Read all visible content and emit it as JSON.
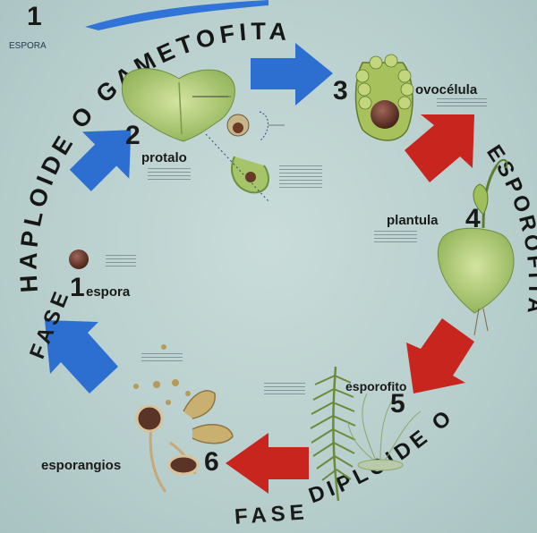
{
  "top": {
    "number": "1",
    "label": "ESPORA"
  },
  "arc_text_top": "HAPLOIDE O GAMETOFITA",
  "arc_text_right": "ESPOROFITA",
  "arc_text_bottom_left": "FASE",
  "arc_text_bottom": "DIPLOIDE O",
  "arc_text_bottom2": "FASE",
  "stages": [
    {
      "number": "1",
      "label": "espora"
    },
    {
      "number": "2",
      "label": "protalo"
    },
    {
      "number": "3",
      "label": "ovocélula"
    },
    {
      "number": "4",
      "label": "plantula"
    },
    {
      "number": "5",
      "label": "esporofito"
    },
    {
      "number": "6",
      "label": "esporangios"
    }
  ],
  "colors": {
    "haploid_arrow": "#2d6fd0",
    "diploid_arrow": "#c8251f",
    "background": "#bcd2cf"
  }
}
